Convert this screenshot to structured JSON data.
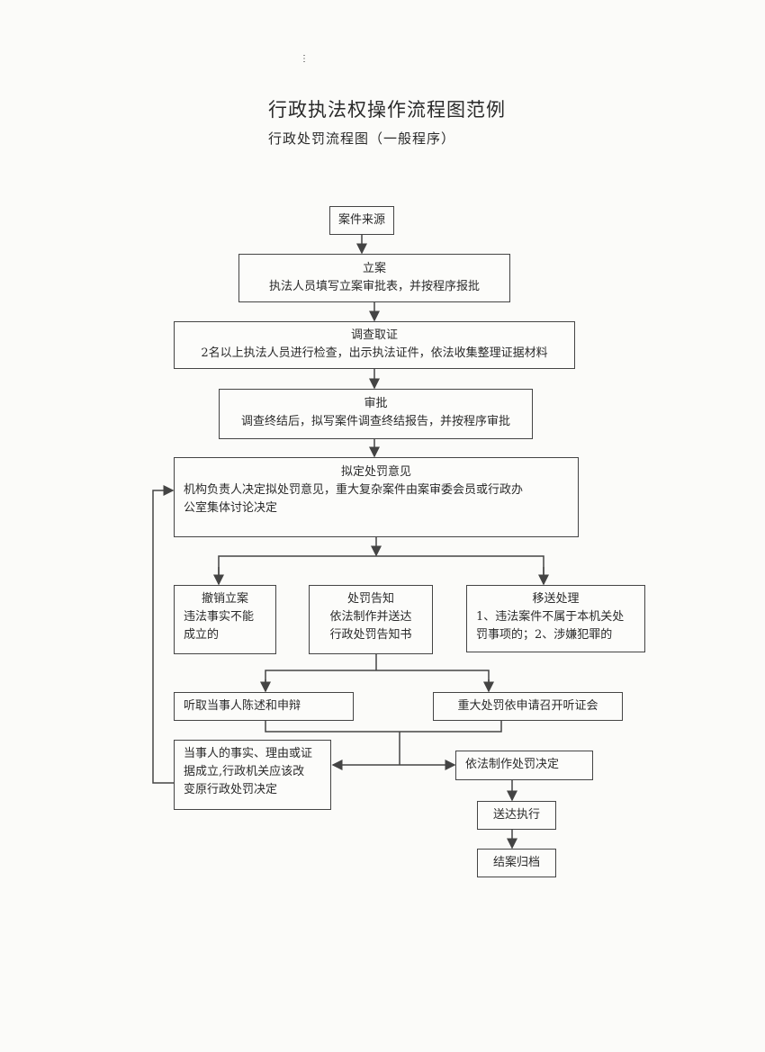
{
  "title": "行政执法权操作流程图范例",
  "subtitle": "行政处罚流程图（一般程序）",
  "mark": "⋮",
  "nodes": {
    "source": {
      "title": "案件来源"
    },
    "filing": {
      "title": "立案",
      "text": "执法人员填写立案审批表，并按程序报批"
    },
    "investigation": {
      "title": "调查取证",
      "text": "2名以上执法人员进行检查，出示执法证件，依法收集整理证据材料"
    },
    "approval": {
      "title": "审批",
      "text": "调查终结后，拟写案件调查终结报告，并按程序审批"
    },
    "opinion": {
      "title": "拟定处罚意见",
      "line1": "机构负责人决定拟处罚意见，重大复杂案件由案审委会员或行政办",
      "line2": "公室集体讨论决定"
    },
    "revoke": {
      "title": "撤销立案",
      "line1": "违法事实不能",
      "line2": "成立的"
    },
    "notice": {
      "title": "处罚告知",
      "line1": "依法制作并送达",
      "line2": "行政处罚告知书"
    },
    "transfer": {
      "title": "移送处理",
      "line1": "1、违法案件不属于本机关处",
      "line2": "罚事项的；2、涉嫌犯罪的"
    },
    "statement": {
      "title": "听取当事人陈述和申辩"
    },
    "hearing": {
      "title": "重大处罚依申请召开听证会"
    },
    "change": {
      "line1": "当事人的事实、理由或证",
      "line2": "据成立,行政机关应该改",
      "line3": "变原行政处罚决定"
    },
    "decision": {
      "title": "依法制作处罚决定"
    },
    "execute": {
      "title": "送达执行"
    },
    "archive": {
      "title": "结案归档"
    }
  }
}
